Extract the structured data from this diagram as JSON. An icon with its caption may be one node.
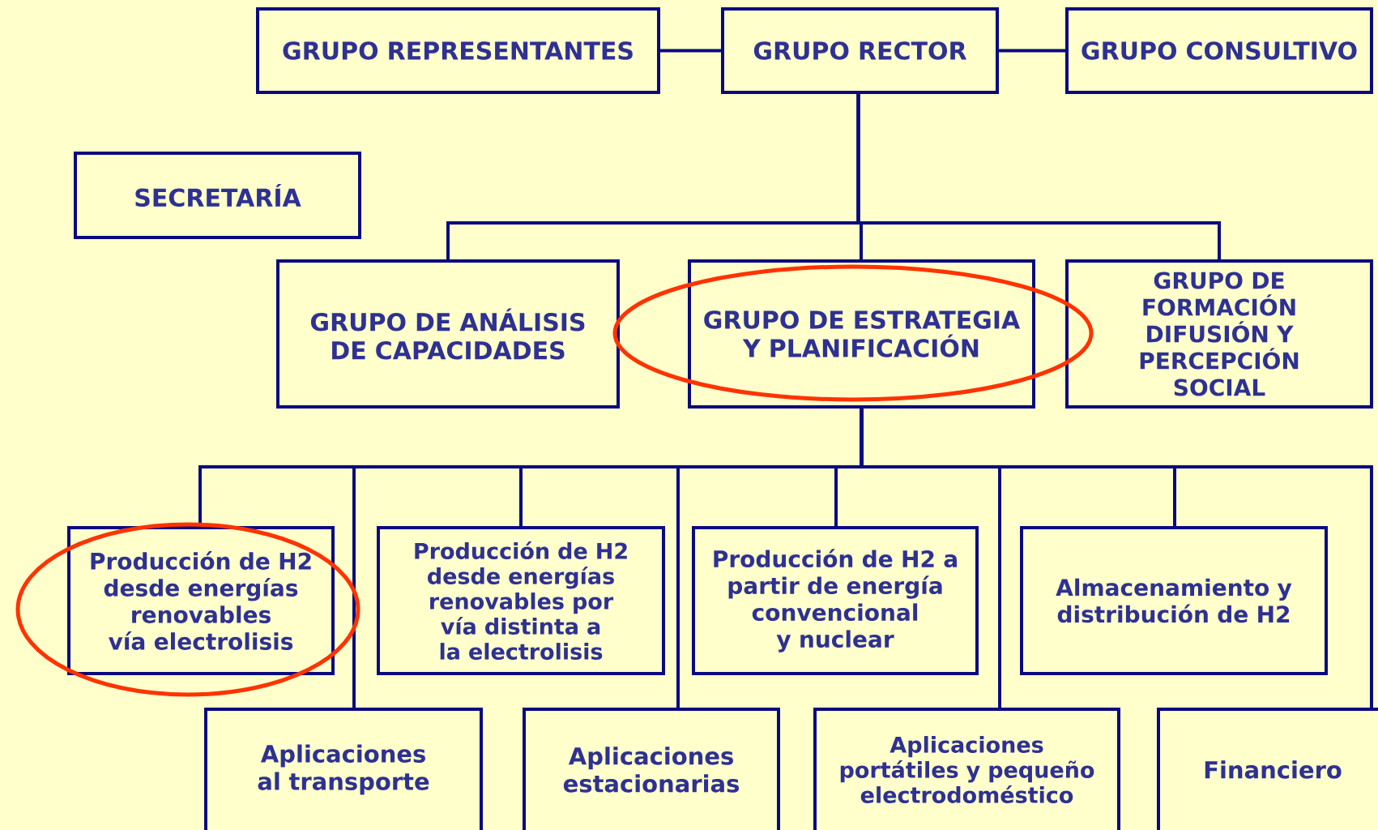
{
  "diagram": {
    "nodes": [
      {
        "text": [
          "GRUPO REPRESENTANTES"
        ]
      },
      {
        "text": [
          "GRUPO RECTOR"
        ]
      },
      {
        "text": [
          "GRUPO CONSULTIVO"
        ]
      },
      {
        "text": [
          "SECRETARÍA"
        ]
      },
      {
        "text": [
          "GRUPO DE ANÁLISIS DE CAPACIDADES"
        ]
      },
      {
        "text": [
          "GRUPO DE ESTRATEGIA Y PLANIFICACIÓN"
        ]
      },
      {
        "text": [
          "GRUPO DE FORMACIÓN DIFUSIÓN Y PERCEPCIÓN SOCIAL"
        ]
      },
      {
        "text": [
          "Producción de H2 desde energías renovables vía electrolisis"
        ]
      },
      {
        "text": [
          "Aplicaciones al transporte"
        ]
      },
      {
        "text": [
          "Producción de H2 desde energías renovables por vía distinta a la electrolisis"
        ]
      },
      {
        "text": [
          "Aplicaciones estacionarias"
        ]
      },
      {
        "text": [
          "Producción de H2 a partir de energía convencional y nuclear"
        ]
      },
      {
        "text": [
          "Aplicaciones portátiles y pequeño electrodoméstico"
        ]
      },
      {
        "text": [
          "Almacenamiento y distribución de H2"
        ]
      },
      {
        "text": [
          "Financiero"
        ]
      }
    ],
    "edges": [
      {
        "from": 0,
        "to": 1,
        "arrow": "none"
      },
      {
        "from": 1,
        "to": 2,
        "arrow": "none"
      },
      {
        "from": 1,
        "to": 4,
        "arrow": "none"
      },
      {
        "from": 1,
        "to": 5,
        "arrow": "none"
      },
      {
        "from": 1,
        "to": 6,
        "arrow": "none"
      },
      {
        "from": 5,
        "to": 7,
        "arrow": "none"
      },
      {
        "from": 5,
        "to": 8,
        "arrow": "none"
      },
      {
        "from": 5,
        "to": 9,
        "arrow": "none"
      },
      {
        "from": 5,
        "to": 10,
        "arrow": "none"
      },
      {
        "from": 5,
        "to": 11,
        "arrow": "none"
      },
      {
        "from": 5,
        "to": 12,
        "arrow": "none"
      },
      {
        "from": 5,
        "to": 13,
        "arrow": "none"
      },
      {
        "from": 5,
        "to": 14,
        "arrow": "none"
      }
    ]
  }
}
